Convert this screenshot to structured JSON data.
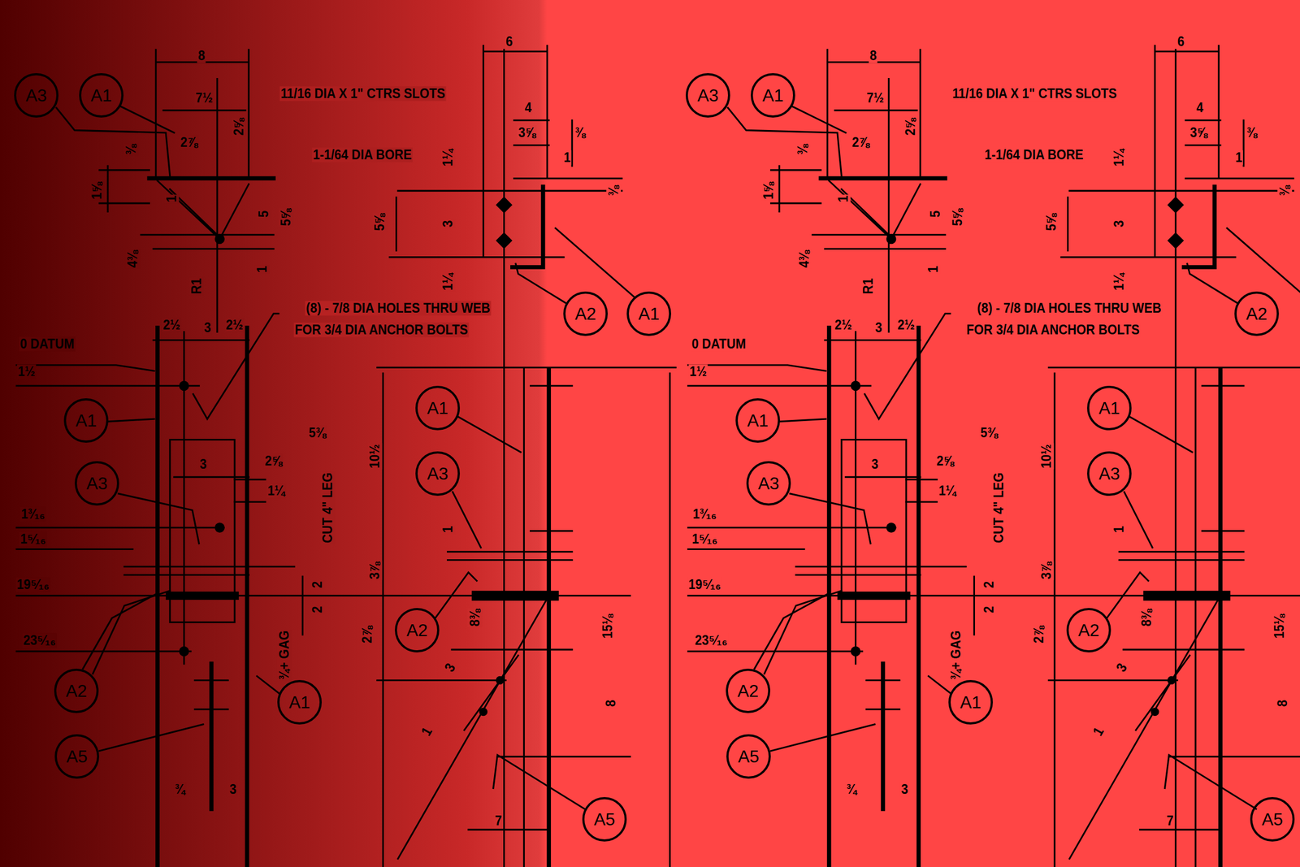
{
  "diagram": {
    "nodes": [
      {
        "text": [
          "A3"
        ]
      },
      {
        "text": [
          "A1"
        ]
      },
      {
        "text": [
          "A3"
        ]
      },
      {
        "text": [
          "A1"
        ]
      },
      {
        "text": [
          "A2"
        ]
      },
      {
        "text": [
          "A1"
        ]
      },
      {
        "text": [
          "A2"
        ]
      },
      {
        "text": [
          "A1"
        ]
      },
      {
        "text": [
          "A1"
        ]
      },
      {
        "text": [
          "A1"
        ]
      },
      {
        "text": [
          "A1"
        ]
      },
      {
        "text": [
          "A3"
        ]
      },
      {
        "text": [
          "A3"
        ]
      },
      {
        "text": [
          "A3"
        ]
      },
      {
        "text": [
          "A3"
        ]
      },
      {
        "text": [
          "A2"
        ]
      },
      {
        "text": [
          "A2"
        ]
      },
      {
        "text": [
          "A2"
        ]
      },
      {
        "text": [
          "A2"
        ]
      },
      {
        "text": [
          "A1"
        ]
      },
      {
        "text": [
          "A1"
        ]
      },
      {
        "text": [
          "A5"
        ]
      },
      {
        "text": [
          "A5"
        ]
      },
      {
        "text": [
          "A5"
        ]
      },
      {
        "text": [
          "A5"
        ]
      }
    ],
    "labels": [
      "8",
      "7½",
      "2⅞",
      "2⅝",
      "⅜",
      "1⅝",
      "1",
      "11/16 DIA X 1\" CTRS SLOTS",
      "1-1/64 DIA BORE",
      "6",
      "4",
      "3⅝",
      "⅜",
      "1",
      "1¼",
      "⅜",
      "5⅝",
      "3",
      "5",
      "5⅝",
      "4⅜",
      "1",
      "1¼",
      "R1",
      "(8) - 7/8 DIA HOLES THRU WEB",
      "FOR 3/4 DIA ANCHOR BOLTS",
      "2½",
      "3",
      "2½",
      "0 DATUM",
      "1½",
      "5⅜",
      "10½",
      "3",
      "2⅝",
      "1¼",
      "CUT 4\" LEG",
      "1³⁄₁₆",
      "1⁵⁄₁₆",
      "19⁵⁄₁₆",
      "1",
      "3⅞",
      "2",
      "2",
      "23⁵⁄₁₆",
      "2⅞",
      "8⅜",
      "15⅛",
      "¾+ GAG",
      "3",
      "8",
      "1",
      "¾",
      "3",
      "7",
      "8",
      "7½",
      "2⅞",
      "2⅝",
      "⅜",
      "1⅝",
      "1",
      "11/16 DIA X 1\" CTRS SLOTS",
      "1-1/64 DIA BORE",
      "6",
      "4",
      "3⅝",
      "⅜",
      "1",
      "1¼",
      "⅜",
      "5⅝",
      "3",
      "5",
      "5⅝",
      "4⅜",
      "1",
      "1¼",
      "R1",
      "(8) - 7/8 DIA HOLES THRU WEB",
      "FOR 3/4 DIA ANCHOR BOLTS",
      "2½",
      "3",
      "2½",
      "0 DATUM",
      "1½",
      "5⅜",
      "10½",
      "3",
      "2⅝",
      "1¼",
      "CUT 4\" LEG",
      "1³⁄₁₆",
      "1⁵⁄₁₆",
      "19⁵⁄₁₆",
      "1",
      "3⅞",
      "2",
      "2",
      "23⁵⁄₁₆",
      "2⅞",
      "8⅜",
      "15⅛",
      "¾+ GAG",
      "3",
      "8",
      "1",
      "¾",
      "3",
      "7"
    ]
  }
}
